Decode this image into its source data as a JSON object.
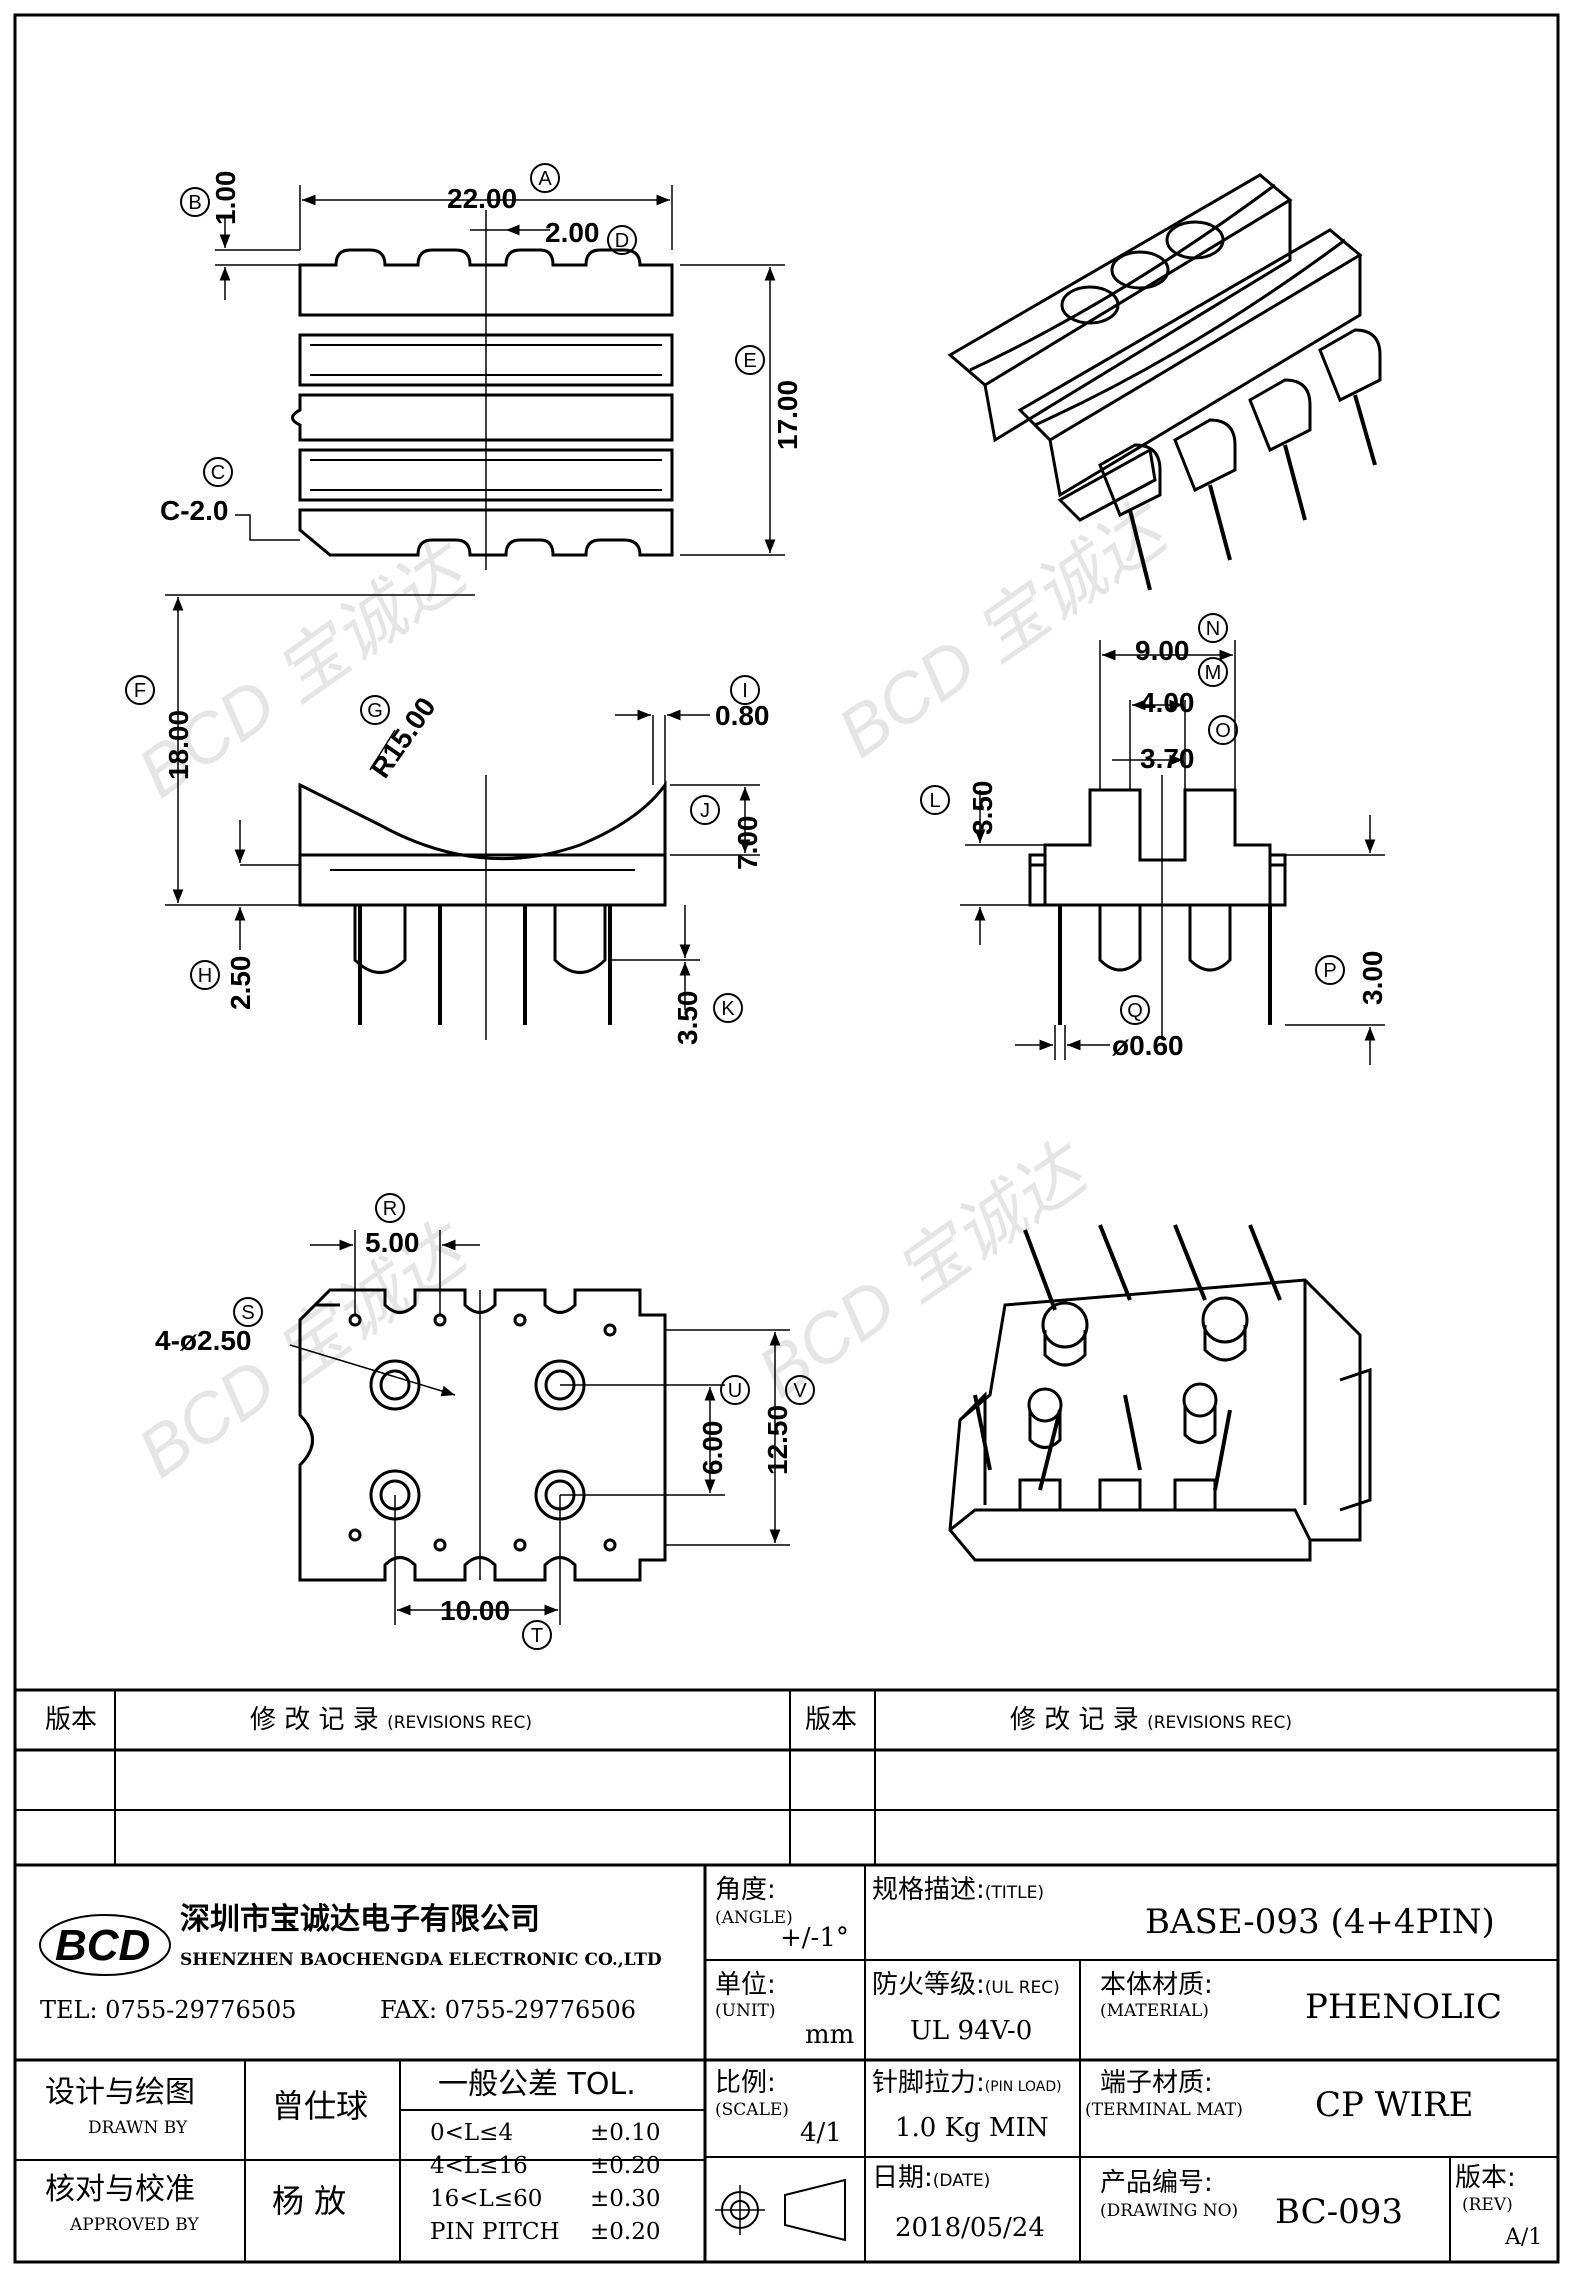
{
  "drawing": {
    "top_view": {
      "A": "22.00",
      "B": "1.00",
      "C": "C-2.0",
      "D": "2.00",
      "E": "17.00"
    },
    "side_view": {
      "F": "18.00",
      "G": "R15.00",
      "H": "2.50",
      "I": "0.80",
      "J": "7.00",
      "K": "3.50"
    },
    "end_view": {
      "L": "3.50",
      "M": "4.00",
      "N": "9.00",
      "O": "3.70",
      "P": "3.00",
      "Q": "ø0.60"
    },
    "bottom_view": {
      "R": "5.00",
      "S": "4-ø2.50",
      "T": "10.00",
      "U": "6.00",
      "V": "12.50"
    },
    "callout_letters": [
      "A",
      "B",
      "C",
      "D",
      "E",
      "F",
      "G",
      "H",
      "I",
      "J",
      "K",
      "L",
      "M",
      "N",
      "O",
      "P",
      "Q",
      "R",
      "S",
      "T",
      "U",
      "V"
    ]
  },
  "revisions": {
    "rev_label": "版本",
    "rec_label": "修 改 记 录",
    "rec_label_en": "(REVISIONS REC)"
  },
  "company": {
    "logo_text": "BCD",
    "name_cn": "深圳市宝诚达电子有限公司",
    "name_en": "SHENZHEN BAOCHENGDA ELECTRONIC CO.,LTD",
    "tel": "TEL: 0755-29776505",
    "fax": "FAX: 0755-29776506"
  },
  "title_block": {
    "angle_label": "角度:",
    "angle_label_en": "(ANGLE)",
    "angle_value": "+/-1°",
    "title_label": "规格描述:",
    "title_label_en": "(TITLE)",
    "title_value": "BASE-093 (4+4PIN)",
    "unit_label": "单位:",
    "unit_label_en": "(UNIT)",
    "unit_value": "mm",
    "ul_label": "防火等级:",
    "ul_label_en": "(UL REC)",
    "ul_value": "UL 94V-0",
    "material_label": "本体材质:",
    "material_label_en": "(MATERIAL)",
    "material_value": "PHENOLIC",
    "scale_label": "比例:",
    "scale_label_en": "(SCALE)",
    "scale_value": "4/1",
    "pinload_label": "针脚拉力:",
    "pinload_label_en": "(PIN LOAD)",
    "pinload_value": "1.0 Kg MIN",
    "terminal_label": "端子材质:",
    "terminal_label_en": "(TERMINAL MAT)",
    "terminal_value": "CP WIRE",
    "date_label": "日期:",
    "date_label_en": "(DATE)",
    "date_value": "2018/05/24",
    "drawing_no_label": "产品编号:",
    "drawing_no_label_en": "(DRAWING NO)",
    "drawing_no_value": "BC-093",
    "rev_label": "版本:",
    "rev_label_en": "(REV)",
    "rev_value": "A/1",
    "drawn_label": "设计与绘图",
    "drawn_label_en": "DRAWN BY",
    "drawn_value": "曾仕球",
    "approved_label": "核对与校准",
    "approved_label_en": "APPROVED BY",
    "approved_value": "杨 放",
    "tol_title": "一般公差 TOL.",
    "tolerances": [
      {
        "range": "0<L≤4",
        "value": "±0.10"
      },
      {
        "range": "4<L≤16",
        "value": "±0.20"
      },
      {
        "range": "16<L≤60",
        "value": "±0.30"
      },
      {
        "range": "PIN PITCH",
        "value": "±0.20"
      }
    ]
  },
  "watermark": "BCD 宝诚达"
}
